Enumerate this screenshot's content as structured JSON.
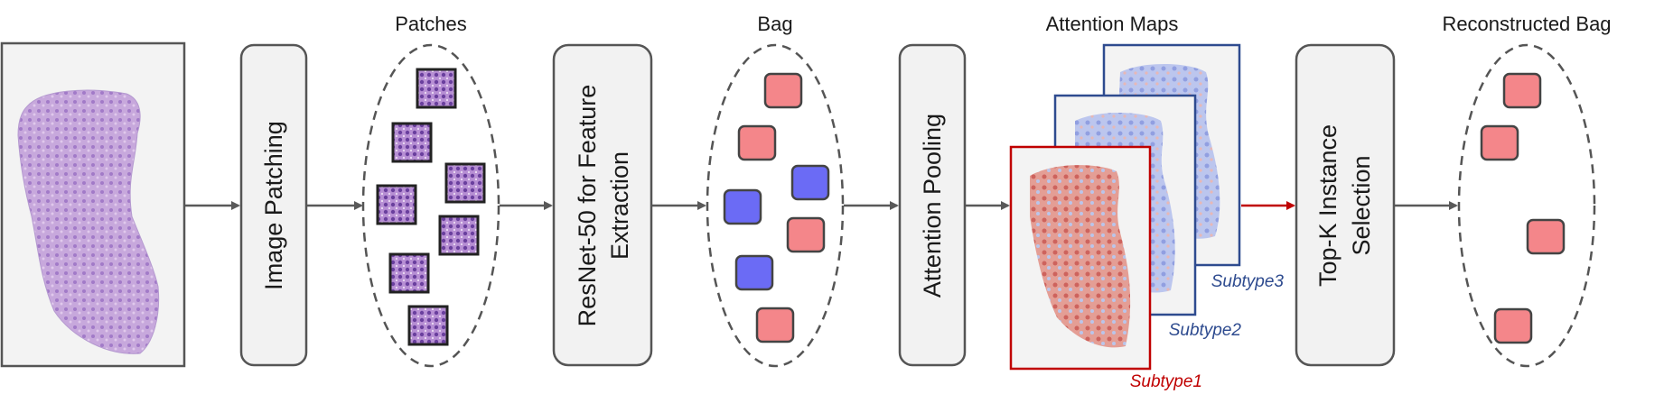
{
  "colors": {
    "positive_instance": "#f4868a",
    "negative_instance": "#6b6bf5",
    "subtype1": "#c00000",
    "subtype2": "#2e4b8f",
    "subtype3": "#2e4b8f",
    "arrow": "#595959",
    "highlight_arrow": "#c00000"
  },
  "stages": {
    "patching": "Image Patching",
    "feature_line1": "ResNet-50 for Feature",
    "feature_line2": "Extraction",
    "pooling": "Attention Pooling",
    "topk_line1": "Top-K Instance",
    "topk_line2": "Selection"
  },
  "headers": {
    "patches": "Patches",
    "bag": "Bag",
    "attention_maps": "Attention Maps",
    "reconstructed_bag": "Reconstructed Bag"
  },
  "subtypes": {
    "s1": "Subtype1",
    "s2": "Subtype2",
    "s3": "Subtype3"
  },
  "icons": {
    "wsi": "whole-slide-image-icon",
    "patch": "histology-patch-icon",
    "map": "attention-heatmap-icon"
  },
  "bag_instances": [
    "positive",
    "positive",
    "negative",
    "negative",
    "positive",
    "negative",
    "positive"
  ],
  "reconstructed_instances": [
    "positive",
    "positive",
    "positive",
    "positive"
  ]
}
